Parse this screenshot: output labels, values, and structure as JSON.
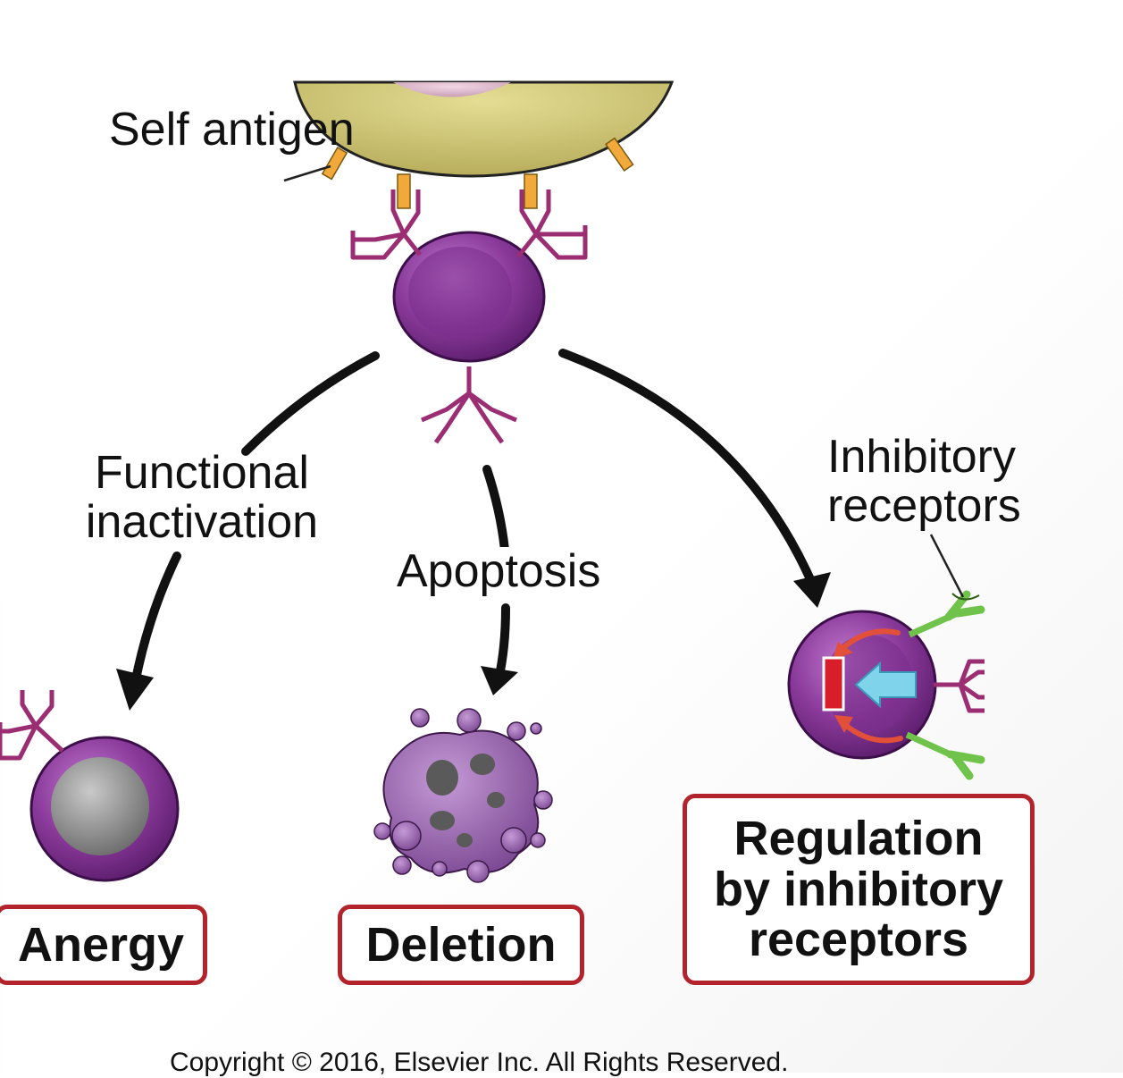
{
  "labels": {
    "self_antigen": "Self antigen",
    "functional_inactivation": "Functional inactivation",
    "apoptosis": "Apoptosis",
    "inhibitory_receptors": "Inhibitory receptors"
  },
  "outcomes": {
    "anergy": "Anergy",
    "deletion": "Deletion",
    "regulation": "Regulation by inhibitory receptors"
  },
  "copyright": "Copyright © 2016, Elsevier Inc. All Rights Reserved.",
  "colors": {
    "apc_cell": "#cdc679",
    "lymphocyte": "#8a3a9a",
    "receptor": "#9b2d72",
    "self_antigen": "#f0a93a",
    "inhibitory_receptor": "#6fc24a",
    "outcome_border": "#b3232b",
    "signal_arrow": "#7fd3ea",
    "block": "#d81e2a"
  }
}
